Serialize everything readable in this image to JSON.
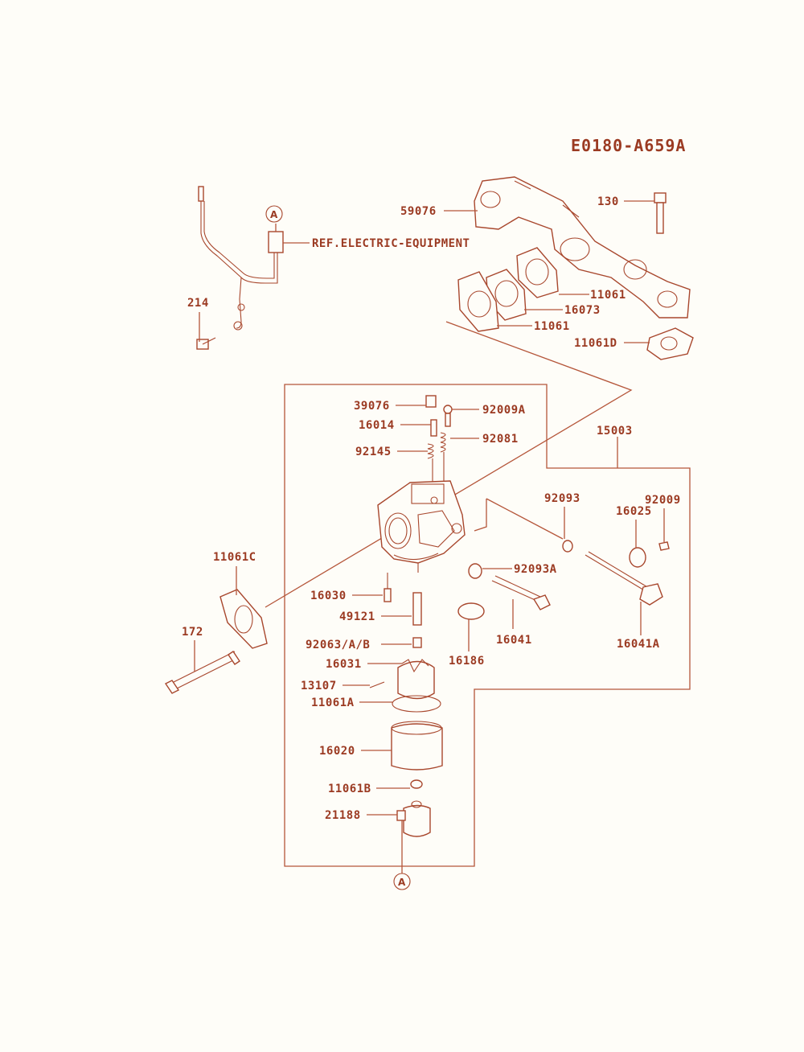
{
  "diagram_code": "E0180-A659A",
  "ref_note": "REF.ELECTRIC-EQUIPMENT",
  "ref_marker": "A",
  "parts": {
    "p59076": "59076",
    "p130": "130",
    "p11061_a": "11061",
    "p16073": "16073",
    "p11061_b": "11061",
    "p11061D": "11061D",
    "p214": "214",
    "p39076": "39076",
    "p92009A": "92009A",
    "p16014": "16014",
    "p92081": "92081",
    "p92145": "92145",
    "p15003": "15003",
    "p92093": "92093",
    "p92009": "92009",
    "p16025": "16025",
    "p11061C": "11061C",
    "p92093A": "92093A",
    "p16030": "16030",
    "p49121": "49121",
    "p16041": "16041",
    "p16041A": "16041A",
    "p16186": "16186",
    "p172": "172",
    "p92063": "92063/A/B",
    "p16031": "16031",
    "p13107": "13107",
    "p11061A": "11061A",
    "p16020": "16020",
    "p11061B": "11061B",
    "p21188": "21188"
  },
  "colors": {
    "line": "#b5563a",
    "text": "#9b3a22",
    "background": "#fefdf8"
  }
}
